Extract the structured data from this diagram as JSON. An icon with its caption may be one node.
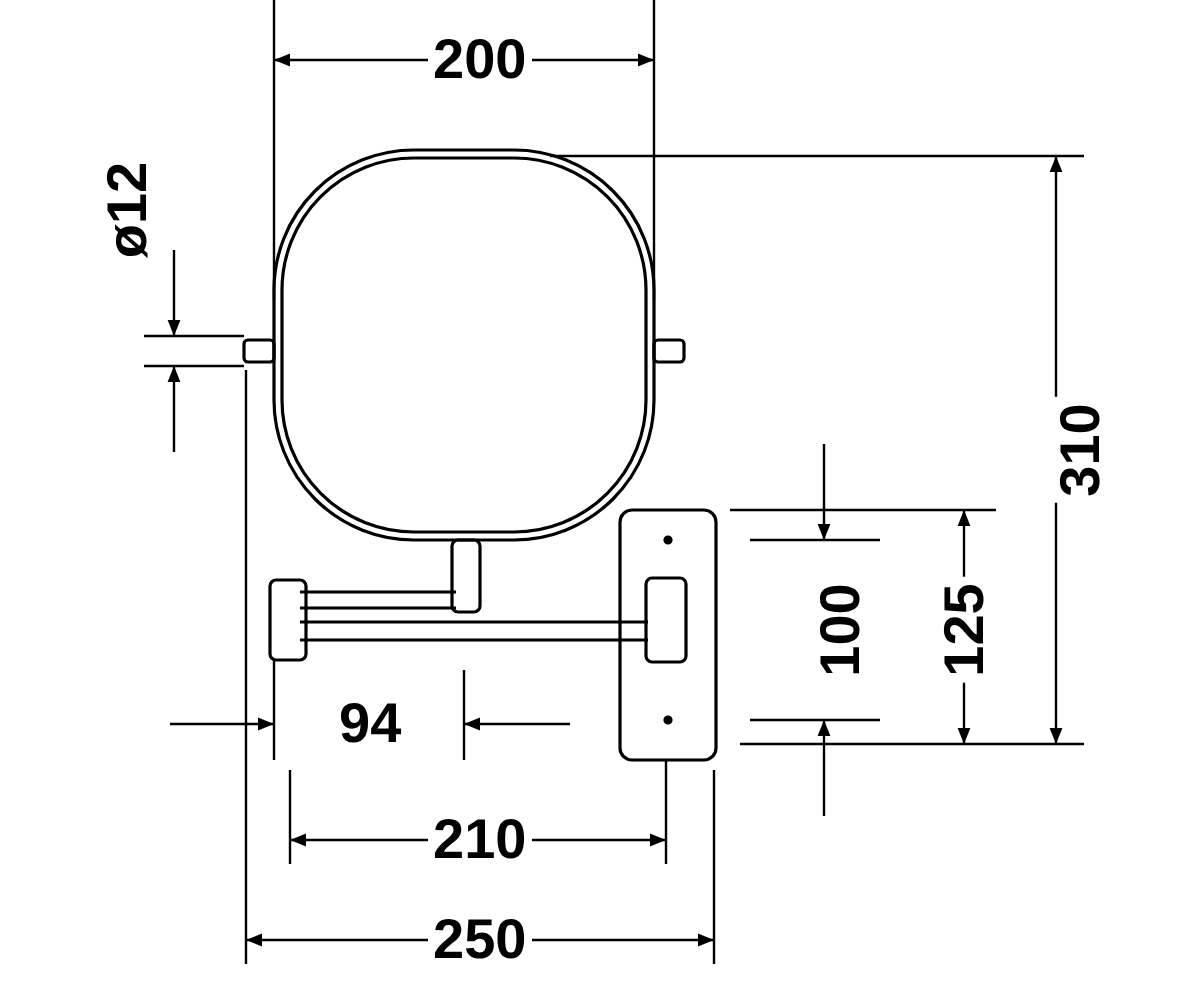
{
  "diagram": {
    "labels": [
      "200",
      "ø12",
      "310",
      "100",
      "125",
      "94",
      "210",
      "250"
    ]
  }
}
